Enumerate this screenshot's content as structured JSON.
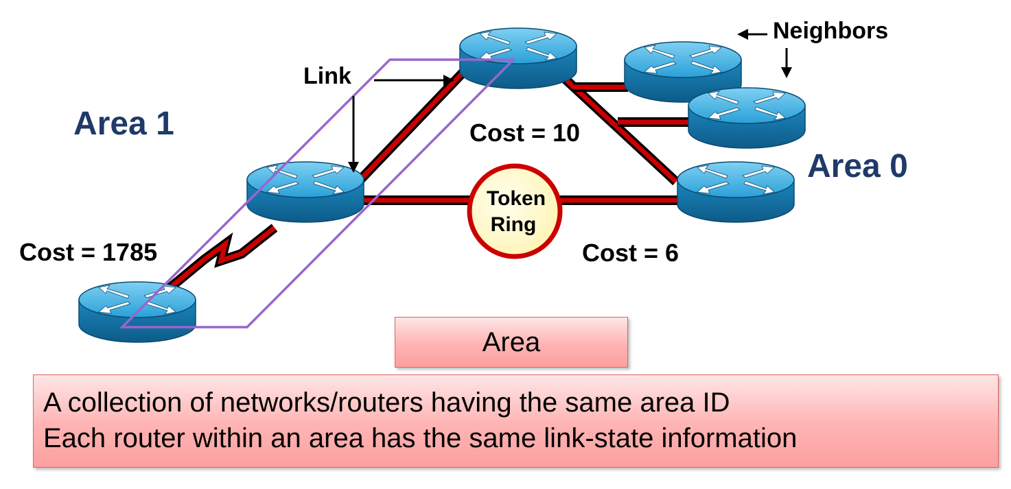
{
  "labels": {
    "area1": "Area 1",
    "area0": "Area 0",
    "link": "Link",
    "neighbors": "Neighbors",
    "cost_1785": "Cost = 1785",
    "cost_10": "Cost = 10",
    "cost_6": "Cost = 6",
    "token_ring_line1": "Token",
    "token_ring_line2": "Ring"
  },
  "definition": {
    "title": "Area",
    "line1": "A collection of networks/routers having the same area ID",
    "line2": "Each router within an area has the same link-state information"
  },
  "colors": {
    "link_red": "#cc0000",
    "highlight_purple": "#9966cc",
    "router_blue": "#2aa0d8",
    "area_title": "#1f3a68",
    "box_fill": "#ffb3b3",
    "token_ring_fill": "#ffffcc"
  },
  "icons": [
    "router-icon",
    "token-ring-icon",
    "serial-link-icon",
    "arrow-icon"
  ]
}
